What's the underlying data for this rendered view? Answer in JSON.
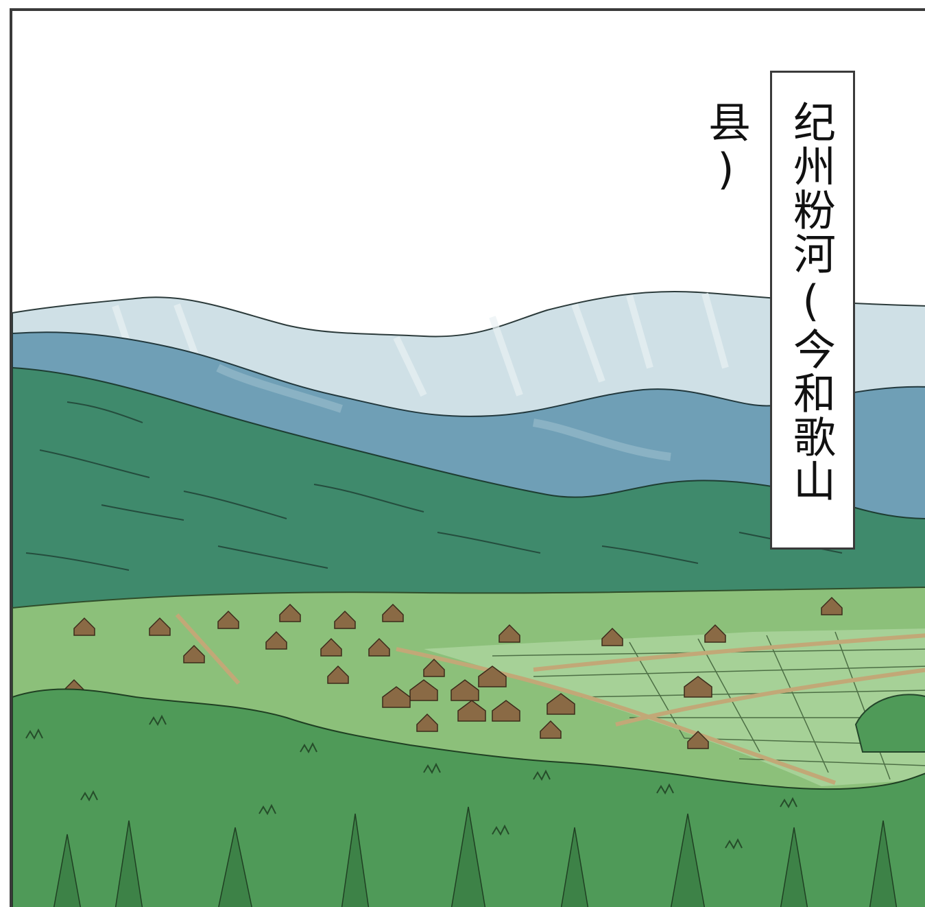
{
  "scene": {
    "type": "manga-panel",
    "depicts": "valley-landscape"
  },
  "caption": {
    "text": "纪州粉河(今和歌山县)"
  },
  "colors": {
    "panel_border": "#3a3a3a",
    "far_mountains": "#cfe0e6",
    "mid_mountains": "#6f9fb6",
    "near_hills": "#3f8a6c",
    "fields": "#8cc07a",
    "foreground_trees": "#4f9a58",
    "huts": "#8a6a45"
  }
}
